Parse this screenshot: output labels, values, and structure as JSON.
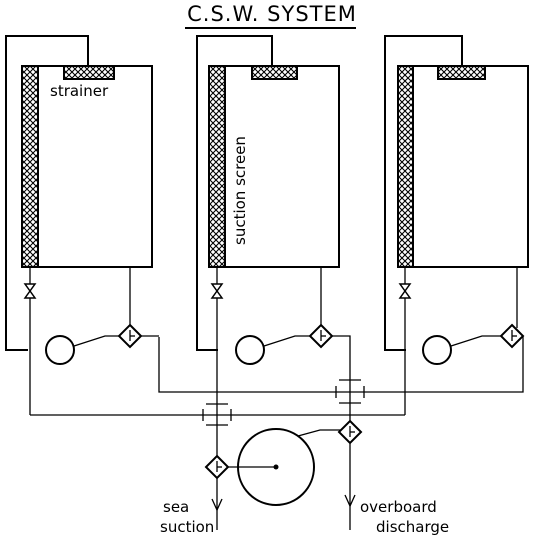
{
  "title": "C.S.W. SYSTEM",
  "labels": {
    "strainer": "strainer",
    "suction_screen": "suction screen",
    "sea_line1": "sea",
    "sea_line2": "suction",
    "overboard_line1": "overboard",
    "overboard_line2": "discharge"
  }
}
